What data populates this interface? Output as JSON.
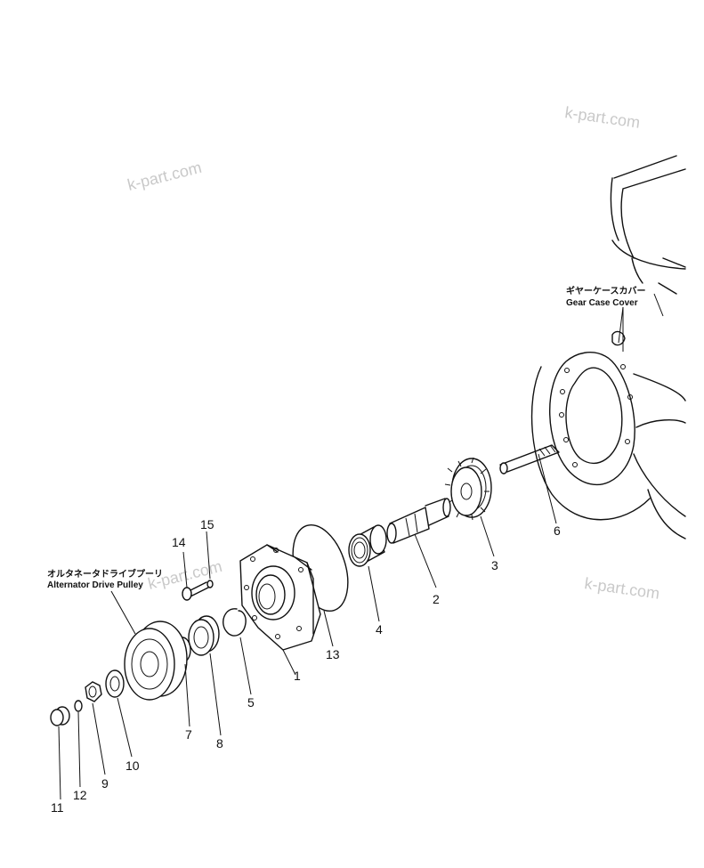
{
  "watermark": "k-part.com",
  "labels": {
    "gear_case_cover_jp": "ギヤーケースカバー",
    "gear_case_cover_en": "Gear Case Cover",
    "alternator_pulley_jp": "オルタネータドライブプーリ",
    "alternator_pulley_en": "Alternator Drive Pulley"
  },
  "callouts": [
    "1",
    "2",
    "3",
    "4",
    "5",
    "6",
    "7",
    "8",
    "9",
    "10",
    "11",
    "12",
    "13",
    "14",
    "15"
  ]
}
